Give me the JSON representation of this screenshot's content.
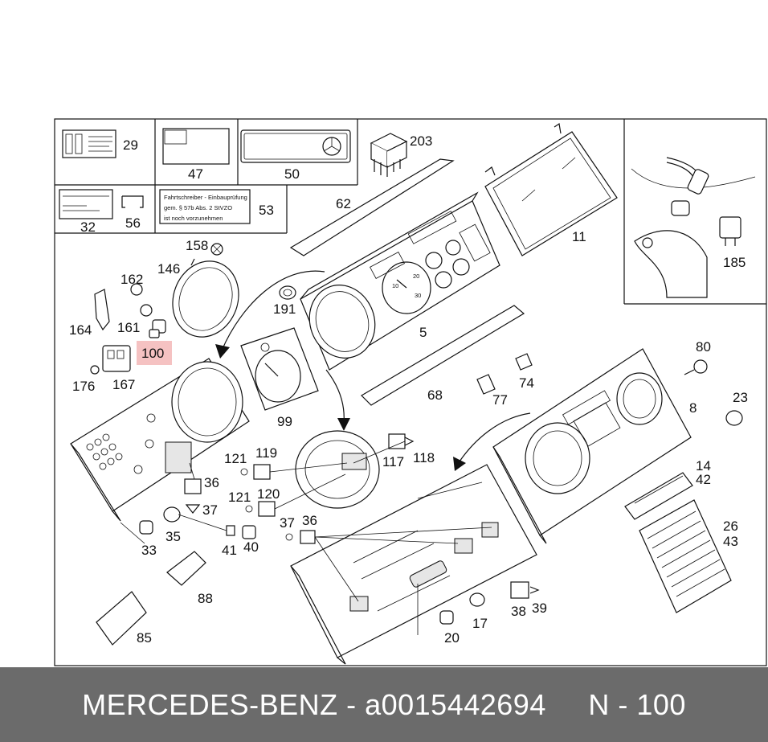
{
  "diagram": {
    "labels": {
      "p29": "29",
      "p47": "47",
      "p50": "50",
      "p32": "32",
      "p56": "56",
      "p53": "53",
      "p203": "203",
      "p62": "62",
      "p11": "11",
      "p185": "185",
      "p158": "158",
      "p146": "146",
      "p162": "162",
      "p191": "191",
      "p164": "164",
      "p161": "161",
      "p100": "100",
      "p5": "5",
      "p176": "176",
      "p167": "167",
      "p80": "80",
      "p74": "74",
      "p77": "77",
      "p68": "68",
      "p8": "8",
      "p23": "23",
      "p99": "99",
      "p117": "117",
      "p118": "118",
      "p119": "119",
      "p121a": "121",
      "p121b": "121",
      "p120": "120",
      "p36a": "36",
      "p36b": "36",
      "p37a": "37",
      "p37b": "37",
      "p35": "35",
      "p33": "33",
      "p41": "41",
      "p40": "40",
      "p88": "88",
      "p85": "85",
      "p14": "14",
      "p42": "42",
      "p26": "26",
      "p43": "43",
      "p38": "38",
      "p39": "39",
      "p17": "17",
      "p20": "20"
    },
    "label53_lines": [
      "Fahrtschreiber - Einbauprüfung",
      "gem. § 57b Abs.   2 StVZO",
      "ist noch vorzunehmen"
    ],
    "highlight_color": "#f5c2c2"
  },
  "footer": {
    "text": "MERCEDES-BENZ - a0015442694     N - 100"
  }
}
